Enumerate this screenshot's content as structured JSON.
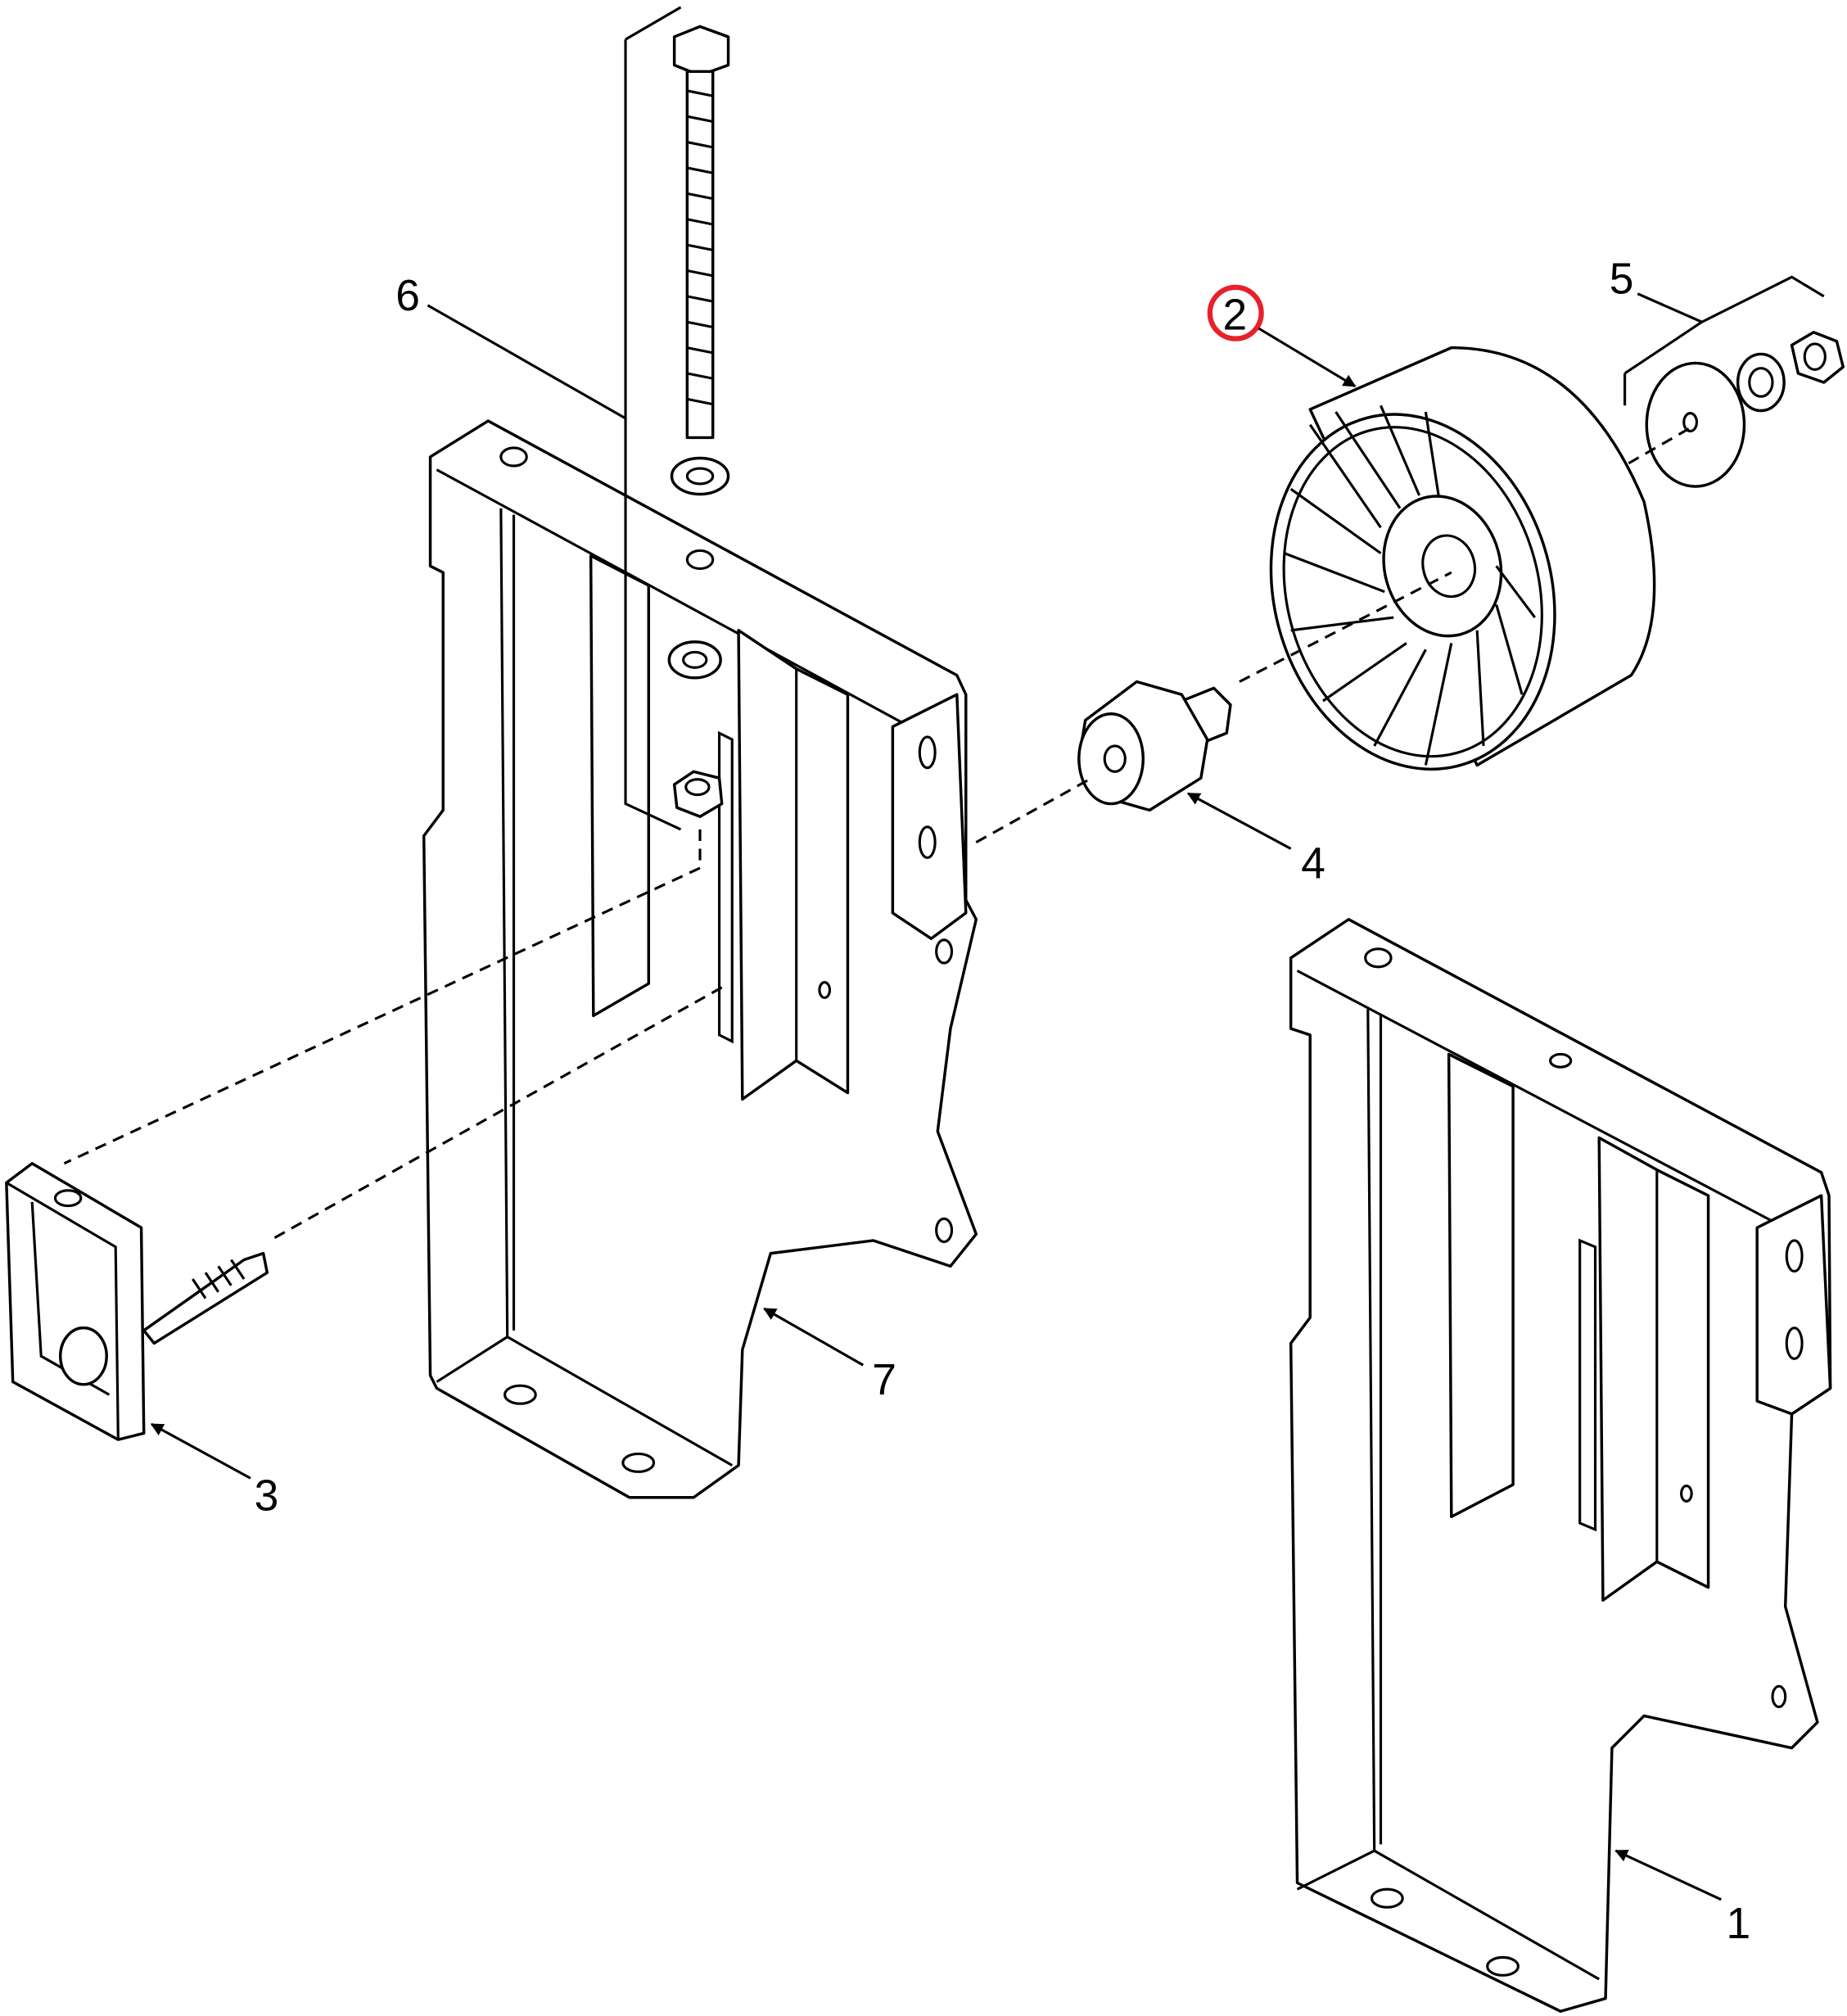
{
  "diagram": {
    "callouts": [
      {
        "id": "1",
        "label": "1"
      },
      {
        "id": "2",
        "label": "2",
        "highlighted": true
      },
      {
        "id": "3",
        "label": "3"
      },
      {
        "id": "4",
        "label": "4"
      },
      {
        "id": "5",
        "label": "5"
      },
      {
        "id": "6",
        "label": "6"
      },
      {
        "id": "7",
        "label": "7"
      }
    ],
    "highlight_color": "#e8202a"
  }
}
